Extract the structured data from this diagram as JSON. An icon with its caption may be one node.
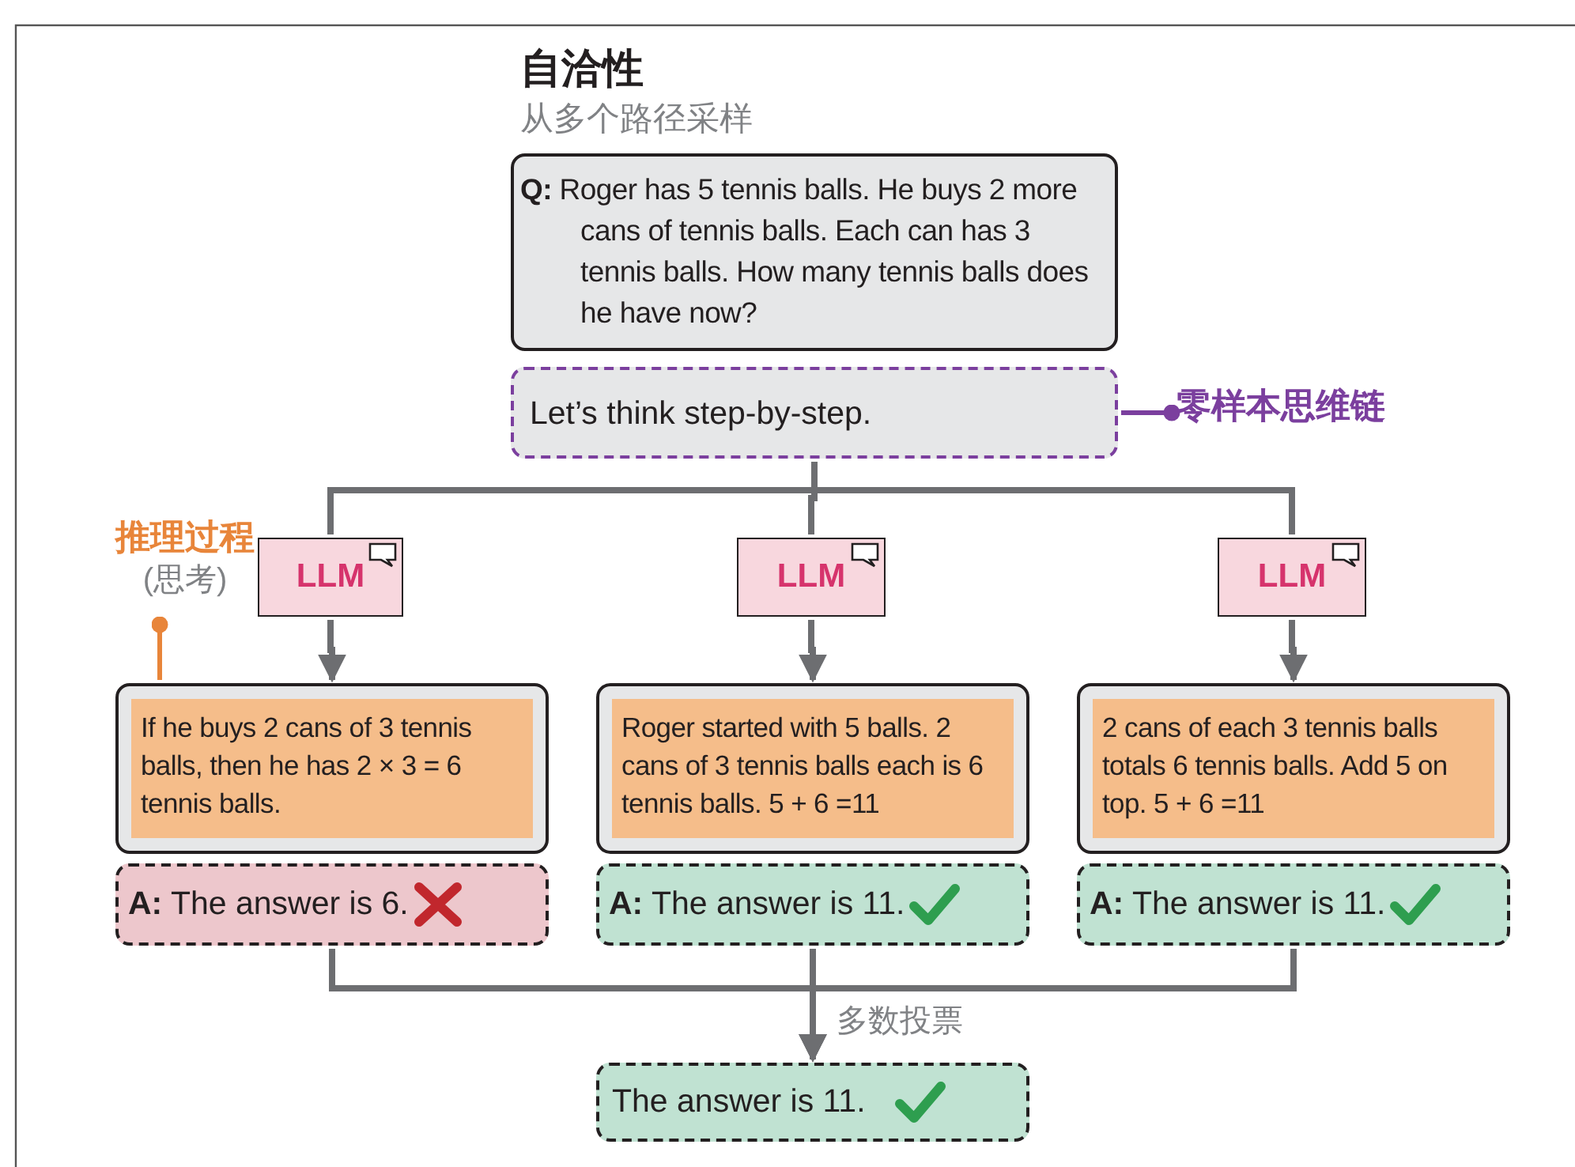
{
  "diagram": {
    "title": "自洽性",
    "nodes": [
      {
        "text": [
          "**Q:** Roger has 5 tennis balls. He buys 2 more cans of tennis balls. Each can has 3 tennis balls. How many tennis balls does he have now?"
        ]
      },
      {
        "text": [
          "Let’s think step-by-step."
        ]
      },
      {
        "text": [
          "零样本思维链"
        ]
      },
      {
        "text": [
          "LLM"
        ]
      },
      {
        "text": [
          "LLM"
        ]
      },
      {
        "text": [
          "LLM"
        ]
      },
      {
        "text": [
          "If he buys 2 cans of 3 tennis balls, then he has 2 × 3 = 6 tennis balls."
        ]
      },
      {
        "text": [
          "Roger started with 5 balls. 2 cans of 3 tennis balls each is 6 tennis balls. 5 + 6 =11"
        ]
      },
      {
        "text": [
          "2 cans of each 3 tennis balls totals 6 tennis balls. Add 5 on top. 5 + 6 =11"
        ]
      },
      {
        "text": [
          "**A:** The answer is 6."
        ]
      },
      {
        "text": [
          "**A:** The answer is 11."
        ]
      },
      {
        "text": [
          "**A:** The answer is 11."
        ]
      },
      {
        "text": [
          "The answer is 11."
        ]
      },
      {
        "text": [
          "推理过程",
          "(思考)"
        ]
      }
    ],
    "edges": [
      {
        "from": 2,
        "to": 1,
        "arrow": "other",
        "color": "#7b3f9e"
      },
      {
        "from": 1,
        "to": 3,
        "arrow": "none"
      },
      {
        "from": 1,
        "to": 4,
        "arrow": "none"
      },
      {
        "from": 1,
        "to": 5,
        "arrow": "none"
      },
      {
        "from": 3,
        "to": 6,
        "arrow": "to"
      },
      {
        "from": 4,
        "to": 7,
        "arrow": "to"
      },
      {
        "from": 5,
        "to": 8,
        "arrow": "to"
      },
      {
        "from": 13,
        "to": 6,
        "arrow": "other",
        "color": "#e8853a"
      },
      {
        "from": 9,
        "to": 12,
        "arrow": "to"
      },
      {
        "from": 10,
        "to": 12,
        "arrow": "to",
        "label": "多数投票"
      },
      {
        "from": 11,
        "to": 12,
        "arrow": "to"
      }
    ],
    "labels": [
      "从多个路径采样"
    ]
  }
}
